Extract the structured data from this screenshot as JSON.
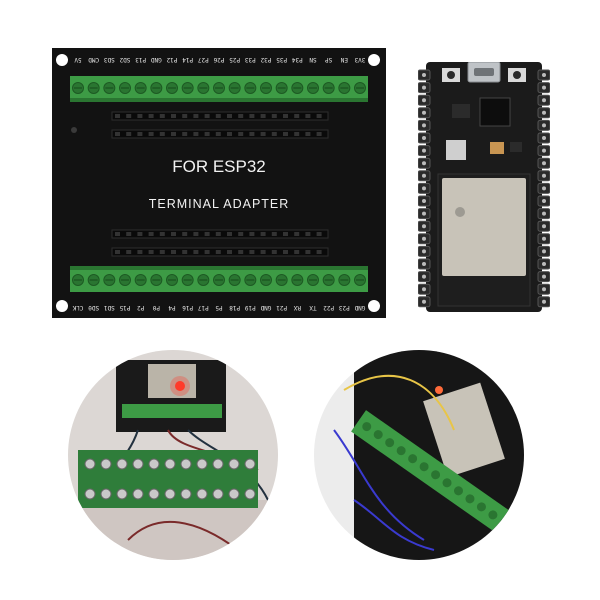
{
  "product": {
    "title_line1": "FOR ESP32",
    "title_line2": "TERMINAL ADAPTER"
  },
  "adapter": {
    "top_pins": [
      "5V",
      "CMD",
      "SD3",
      "SD2",
      "P13",
      "GND",
      "P12",
      "P14",
      "P27",
      "P26",
      "P25",
      "P33",
      "P32",
      "P35",
      "P34",
      "SN",
      "SP",
      "EN",
      "3V3"
    ],
    "bottom_pins": [
      "CLK",
      "SD0",
      "SD1",
      "P15",
      "P2",
      "P0",
      "P4",
      "P16",
      "P17",
      "P5",
      "P18",
      "P19",
      "GND",
      "P21",
      "RX",
      "TX",
      "P22",
      "P23",
      "GND"
    ]
  },
  "colors": {
    "board": "#111111",
    "terminal_green": "#3d9b45",
    "terminal_green_dark": "#2a7531",
    "screw": "#c9c9c9",
    "module_shield": "#c8c3b8"
  }
}
